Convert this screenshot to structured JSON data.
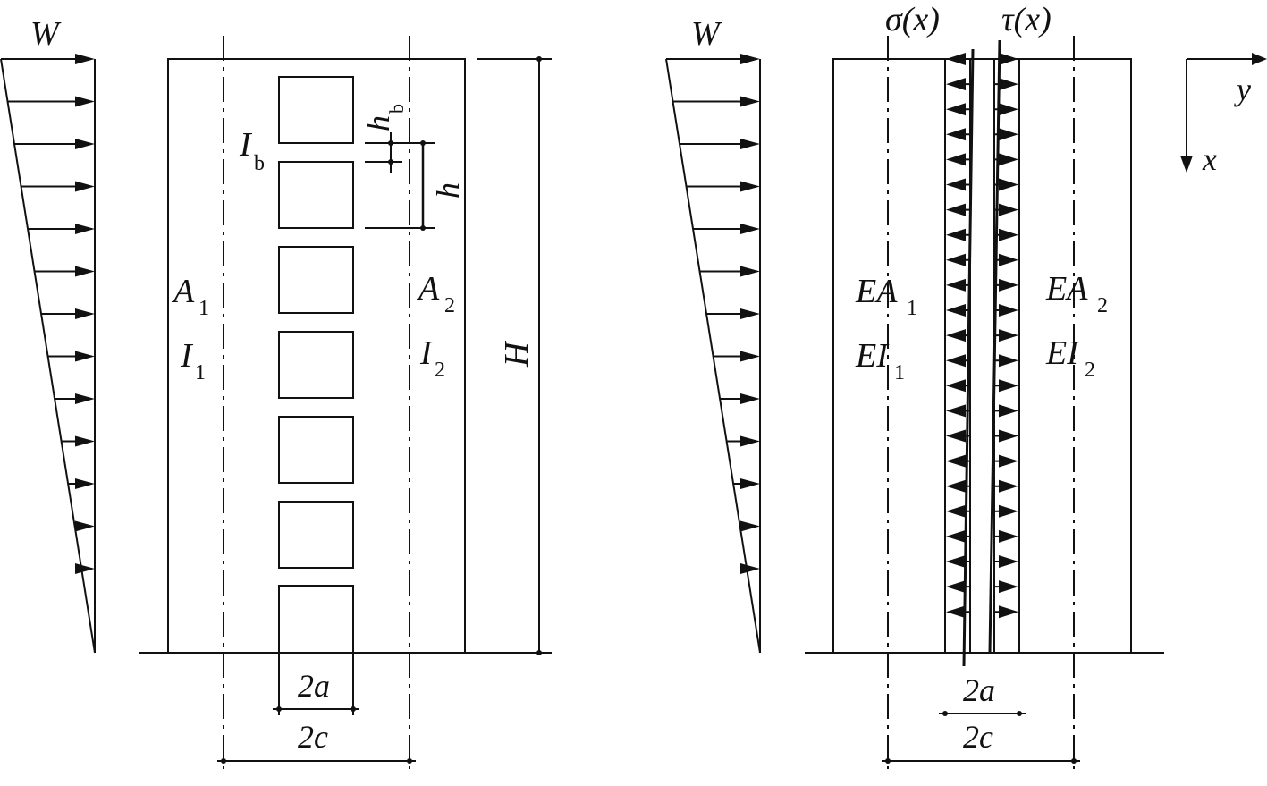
{
  "left_figure": {
    "load_label": "W",
    "wall_left": {
      "area": "A",
      "area_sub": "1",
      "inertia": "I",
      "inertia_sub": "1"
    },
    "wall_right": {
      "area": "A",
      "area_sub": "2",
      "inertia": "I",
      "inertia_sub": "2"
    },
    "beam_inertia": "I",
    "beam_inertia_sub": "b",
    "beam_depth": "h",
    "beam_depth_sub": "b",
    "story_height": "h",
    "total_height": "H",
    "opening_width": "2a",
    "axis_distance": "2c"
  },
  "right_figure": {
    "load_label": "W",
    "normal_stress": "σ(x)",
    "shear_stress": "τ(x)",
    "wall_left": {
      "area": "EA",
      "area_sub": "1",
      "inertia": "EI",
      "inertia_sub": "1"
    },
    "wall_right": {
      "area": "EA",
      "area_sub": "2",
      "inertia": "EI",
      "inertia_sub": "2"
    },
    "opening_width": "2a",
    "axis_distance": "2c",
    "axis_y": "y",
    "axis_x": "x"
  }
}
